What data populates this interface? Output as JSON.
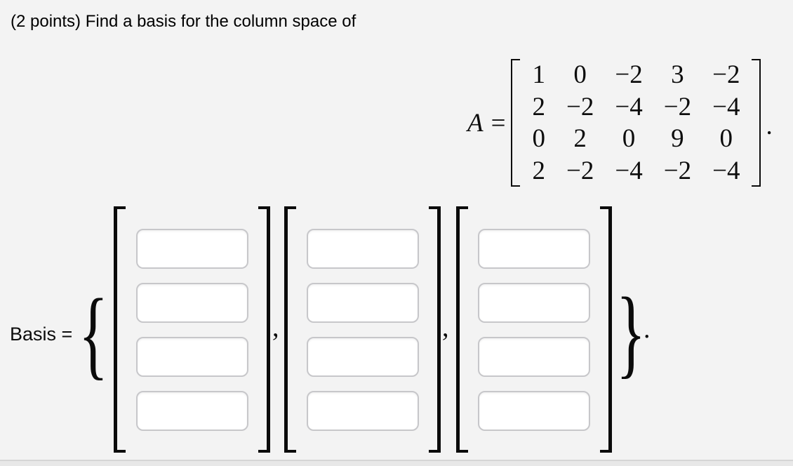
{
  "header": {
    "text": "(2 points) Find a basis for the column space of"
  },
  "matrix": {
    "name": "A",
    "equals_sign": "=",
    "rows": [
      [
        "1",
        "0",
        "−2",
        "3",
        "−2"
      ],
      [
        "2",
        "−2",
        "−4",
        "−2",
        "−4"
      ],
      [
        "0",
        "2",
        "0",
        "9",
        "0"
      ],
      [
        "2",
        "−2",
        "−4",
        "−2",
        "−4"
      ]
    ],
    "trailing_punctuation": "."
  },
  "basis": {
    "label": "Basis =",
    "open_brace": "{",
    "close_brace": "}",
    "vector_separator": ",",
    "trailing_punctuation": ".",
    "input_placeholder": "",
    "vectors": [
      {
        "entries": [
          "",
          "",
          "",
          ""
        ]
      },
      {
        "entries": [
          "",
          "",
          "",
          ""
        ]
      },
      {
        "entries": [
          "",
          "",
          "",
          ""
        ]
      }
    ]
  },
  "colors": {
    "page_background": "#f3f3f3",
    "text": "#0d0d0d",
    "bracket": "#0b0b0b",
    "input_border": "#c7c7ca",
    "input_background": "#ffffff",
    "footer_line": "#d5d5d5",
    "footer_background": "#e8e8e8"
  }
}
